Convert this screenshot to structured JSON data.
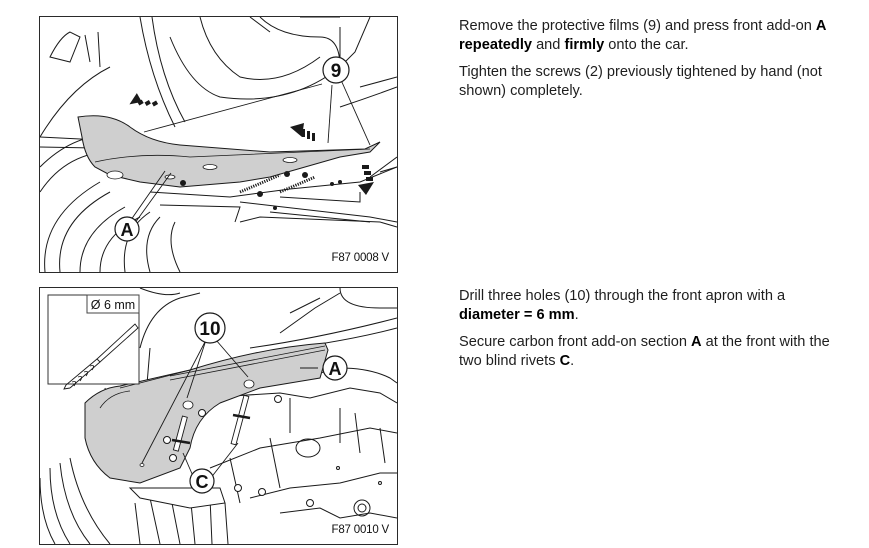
{
  "steps": [
    {
      "figure": {
        "code": "F87 0008 V",
        "callouts": [
          "9",
          "A"
        ]
      },
      "paragraphs": [
        {
          "parts": [
            {
              "text": "Remove the protective films (9) and press front add-on ",
              "bold": false
            },
            {
              "text": "A repeatedly",
              "bold": true
            },
            {
              "text": " and ",
              "bold": false
            },
            {
              "text": "firmly",
              "bold": true
            },
            {
              "text": " onto the car.",
              "bold": false
            }
          ]
        },
        {
          "parts": [
            {
              "text": "Tighten the screws (2) previously tightened by hand (not shown) completely.",
              "bold": false
            }
          ]
        }
      ]
    },
    {
      "figure": {
        "code": "F87 0010 V",
        "callouts": [
          "10",
          "A",
          "C"
        ],
        "inset_label": "Ø 6 mm"
      },
      "paragraphs": [
        {
          "parts": [
            {
              "text": "Drill three holes (10) through the front apron with a ",
              "bold": false
            },
            {
              "text": "diameter = 6 mm",
              "bold": true
            },
            {
              "text": ".",
              "bold": false
            }
          ]
        },
        {
          "parts": [
            {
              "text": "Secure carbon front add-on section ",
              "bold": false
            },
            {
              "text": "A",
              "bold": true
            },
            {
              "text": " at the front with the two blind rivets ",
              "bold": false
            },
            {
              "text": "C",
              "bold": true
            },
            {
              "text": ".",
              "bold": false
            }
          ]
        }
      ]
    }
  ],
  "colors": {
    "part_fill": "#cfcfcf",
    "line": "#1a1a1a"
  }
}
